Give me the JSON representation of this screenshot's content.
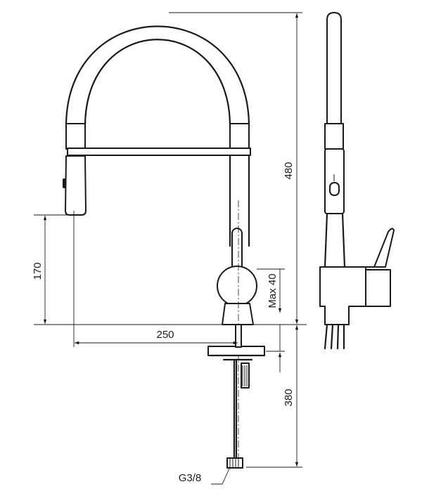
{
  "dimensions": {
    "height_total": "480",
    "spout_height": "170",
    "reach": "250",
    "max_deck": "Max 40",
    "below_deck": "380",
    "connection": "G3/8"
  }
}
